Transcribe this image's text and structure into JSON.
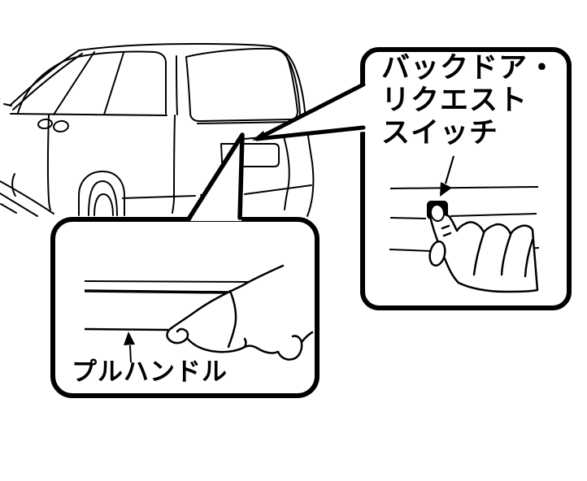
{
  "illustration": {
    "background_color": "#ffffff",
    "line_color": "#000000",
    "subject": "minivan-rear-three-quarter-line-drawing",
    "callouts": {
      "switch": {
        "label": "バックドア・\nリクエスト\nスイッチ"
      },
      "pull_handle": {
        "label": "プルハンドル"
      }
    }
  }
}
